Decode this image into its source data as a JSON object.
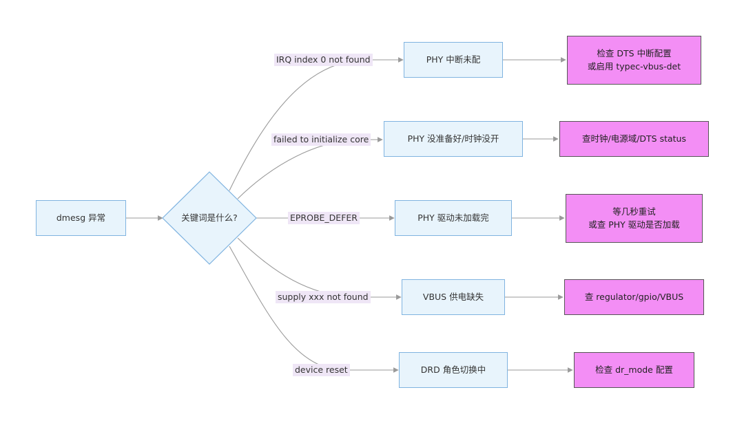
{
  "start": {
    "label": "dmesg 异常"
  },
  "decision": {
    "label": "关键词是什么?"
  },
  "branches": [
    {
      "edge_label": "IRQ index 0 not found",
      "cause": "PHY 中断未配",
      "action": "检查 DTS 中断配置\n或启用 typec-vbus-det"
    },
    {
      "edge_label": "failed to initialize core",
      "cause": "PHY 没准备好/时钟没开",
      "action": "查时钟/电源域/DTS status"
    },
    {
      "edge_label": "EPROBE_DEFER",
      "cause": "PHY 驱动未加载完",
      "action": "等几秒重试\n或查 PHY 驱动是否加载"
    },
    {
      "edge_label": "supply xxx not found",
      "cause": "VBUS 供电缺失",
      "action": "查 regulator/gpio/VBUS"
    },
    {
      "edge_label": "device reset",
      "cause": "DRD 角色切换中",
      "action": "检查 dr_mode 配置"
    }
  ],
  "colors": {
    "cause_fill": "#e8f4fc",
    "cause_border": "#7fb3e0",
    "action_fill": "#f38ef5",
    "edge": "#9a9a9a",
    "label_bg": "#efe6f6"
  }
}
